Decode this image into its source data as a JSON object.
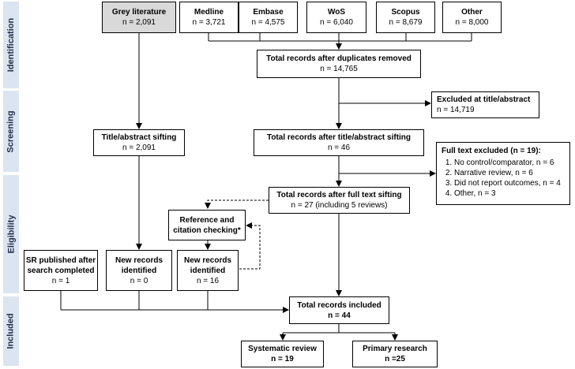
{
  "stages": [
    "Identification",
    "Screening",
    "Eligibility",
    "Included"
  ],
  "sources": [
    {
      "name": "Grey literature",
      "count": "n = 2,091"
    },
    {
      "name": "Medline",
      "count": "n = 3,721"
    },
    {
      "name": "Embase",
      "count": "n = 4,575"
    },
    {
      "name": "WoS",
      "count": "n = 6,040"
    },
    {
      "name": "Scopus",
      "count": "n = 8,679"
    },
    {
      "name": "Other",
      "count": "n = 8,000"
    }
  ],
  "dedup": {
    "title": "Total records after duplicates removed",
    "count": "n = 14,765"
  },
  "excluded_ta": {
    "title": "Excluded at title/abstract",
    "count": "n = 14,719"
  },
  "grey_sift": {
    "title": "Title/abstract sifting",
    "count": "n = 2,091"
  },
  "ta_sift": {
    "title": "Total records after title/abstract sifting",
    "count": "n = 46"
  },
  "ft_excluded": {
    "title": "Full text excluded (n = 19):",
    "items": [
      "No control/comparator, n = 6",
      "Narrative review, n = 6",
      "Did not report outcomes, n = 4",
      "Other, n = 3"
    ]
  },
  "ft_sift": {
    "title": "Total records after full text sifting",
    "count": "n = 27 (including 5 reviews)"
  },
  "ref_check": {
    "line1": "Reference and",
    "line2": "citation checking*"
  },
  "sr_late": {
    "line1": "SR published after",
    "line2": "search completed",
    "count": "n = 1"
  },
  "new_grey": {
    "line1": "New records",
    "line2": "identified",
    "count": "n = 0"
  },
  "new_ref": {
    "line1": "New records",
    "line2": "identified",
    "count": "n = 16"
  },
  "included": {
    "title": "Total records included",
    "count": "n = 44"
  },
  "systematic": {
    "title": "Systematic review",
    "count": "n = 19"
  },
  "primary": {
    "title": "Primary research",
    "count": "n =25"
  }
}
